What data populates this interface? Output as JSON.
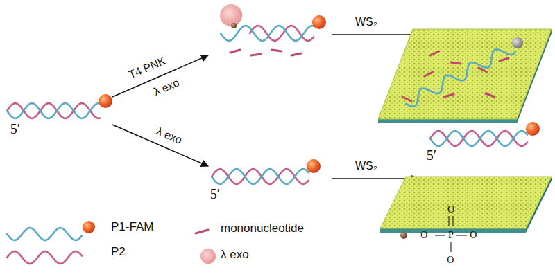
{
  "diagram": {
    "labels": [
      "T4 PNK",
      "λ exo",
      "λ exo",
      "WS₂",
      "WS₂",
      "5′",
      "5′",
      "5′",
      "O",
      "O⁻",
      "P",
      "O⁻",
      "O⁻"
    ],
    "legend": [
      {
        "text": "P1-FAM"
      },
      {
        "text": "P2"
      },
      {
        "text": "mononucleotide"
      },
      {
        "text": "λ exo"
      }
    ]
  }
}
